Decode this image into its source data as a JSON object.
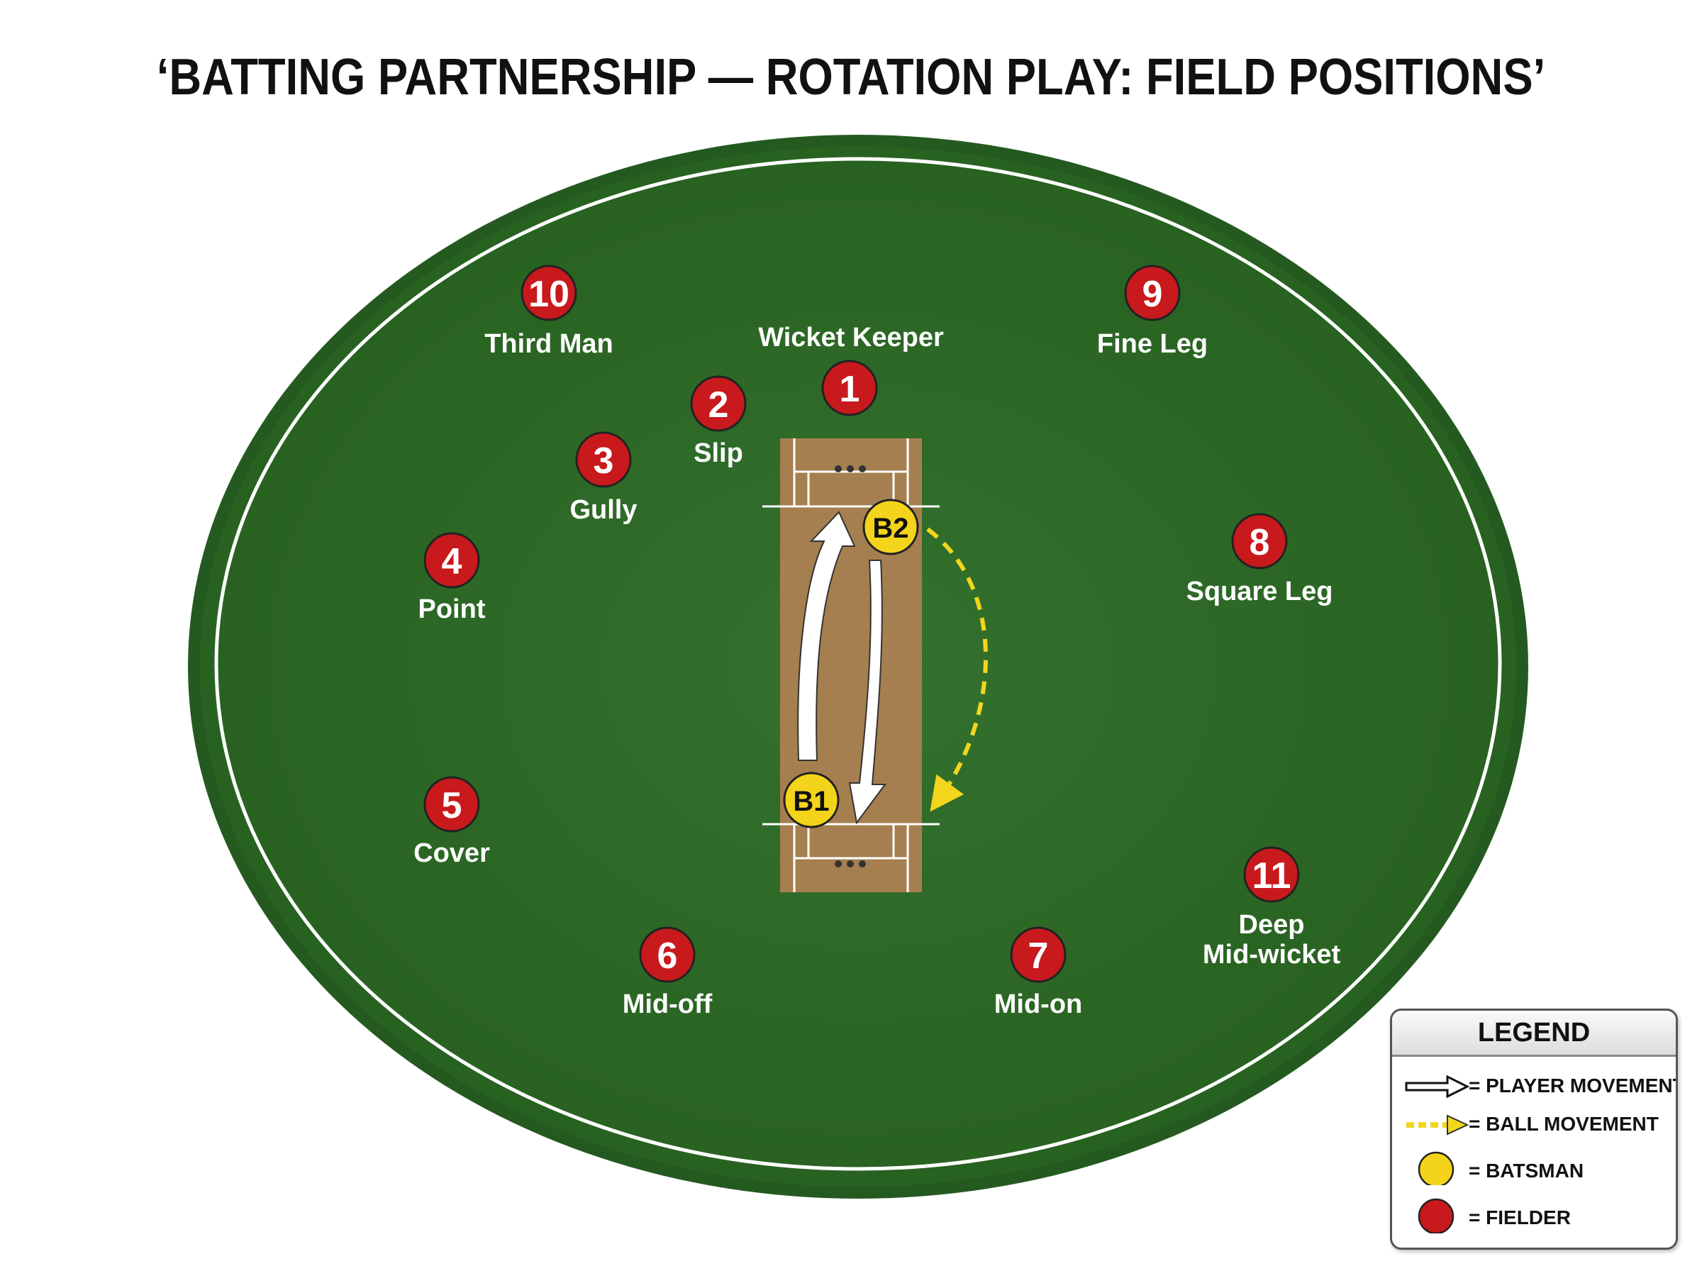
{
  "title": "‘BATTING PARTNERSHIP — ROTATION PLAY: FIELD POSITIONS’",
  "colors": {
    "outfield": "#2f6a2a",
    "outfield_edge": "#245a20",
    "pitch": "#a57f4f",
    "fielder": "#c8191c",
    "batsman": "#f4d41a",
    "ball_path": "#f2d61c",
    "boundary": "#ffffff"
  },
  "fielders": [
    {
      "number": "1",
      "label": "Wicket Keeper"
    },
    {
      "number": "2",
      "label": "Slip"
    },
    {
      "number": "3",
      "label": "Gully"
    },
    {
      "number": "4",
      "label": "Point"
    },
    {
      "number": "5",
      "label": "Cover"
    },
    {
      "number": "6",
      "label": "Mid-off"
    },
    {
      "number": "7",
      "label": "Mid-on"
    },
    {
      "number": "8",
      "label": "Square Leg"
    },
    {
      "number": "9",
      "label": "Fine Leg"
    },
    {
      "number": "10",
      "label": "Third Man"
    },
    {
      "number": "11",
      "label": "Deep Mid-wicket"
    }
  ],
  "batsmen": [
    {
      "label": "B1"
    },
    {
      "label": "B2"
    }
  ],
  "legend": {
    "title": "LEGEND",
    "items": [
      {
        "icon": "outline-arrow-icon",
        "text": "= PLAYER MOVEMENT"
      },
      {
        "icon": "dashed-arrow-icon",
        "text": "= BALL MOVEMENT"
      },
      {
        "icon": "yellow-circle-icon",
        "text": "= BATSMAN"
      },
      {
        "icon": "red-circle-icon",
        "text": "= FIELDER"
      }
    ]
  }
}
